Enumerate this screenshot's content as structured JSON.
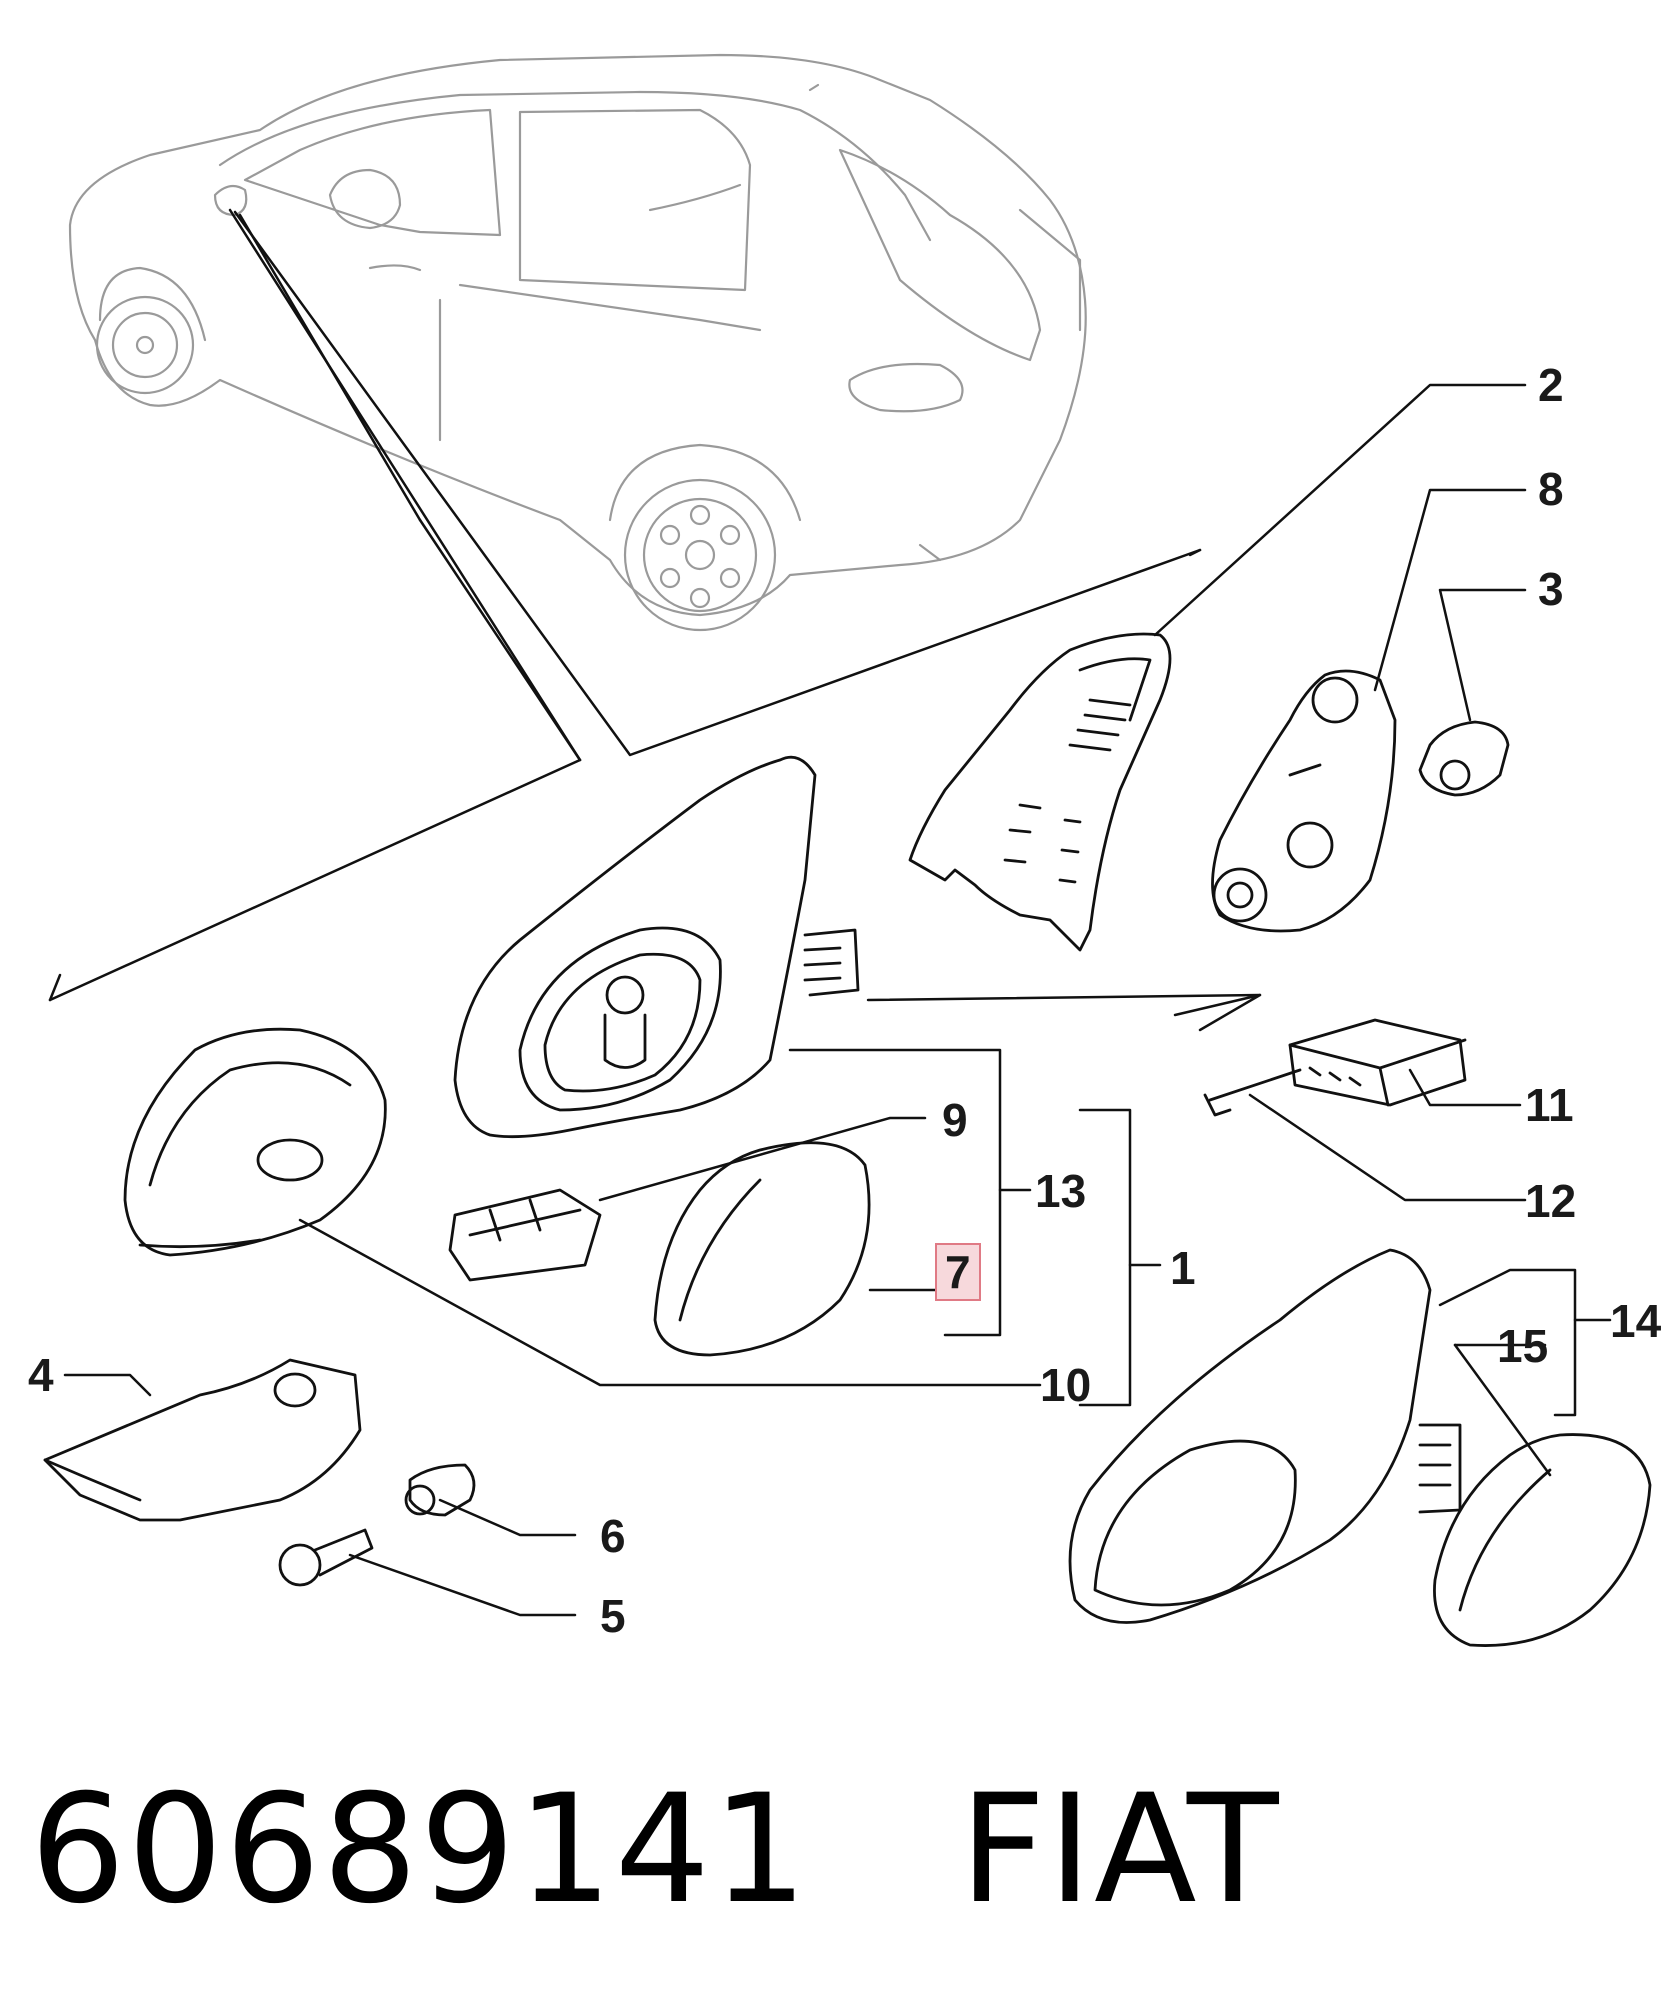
{
  "diagram": {
    "callouts": [
      {
        "id": "1",
        "label": "1"
      },
      {
        "id": "2",
        "label": "2"
      },
      {
        "id": "3",
        "label": "3"
      },
      {
        "id": "4",
        "label": "4"
      },
      {
        "id": "5",
        "label": "5"
      },
      {
        "id": "6",
        "label": "6"
      },
      {
        "id": "7",
        "label": "7",
        "highlighted": true
      },
      {
        "id": "8",
        "label": "8"
      },
      {
        "id": "9",
        "label": "9"
      },
      {
        "id": "10",
        "label": "10"
      },
      {
        "id": "11",
        "label": "11"
      },
      {
        "id": "12",
        "label": "12"
      },
      {
        "id": "13",
        "label": "13"
      },
      {
        "id": "14",
        "label": "14"
      },
      {
        "id": "15",
        "label": "15"
      }
    ],
    "highlight_color": "#e07a85"
  },
  "footer": {
    "part_number": "60689141",
    "brand": "FIAT"
  }
}
